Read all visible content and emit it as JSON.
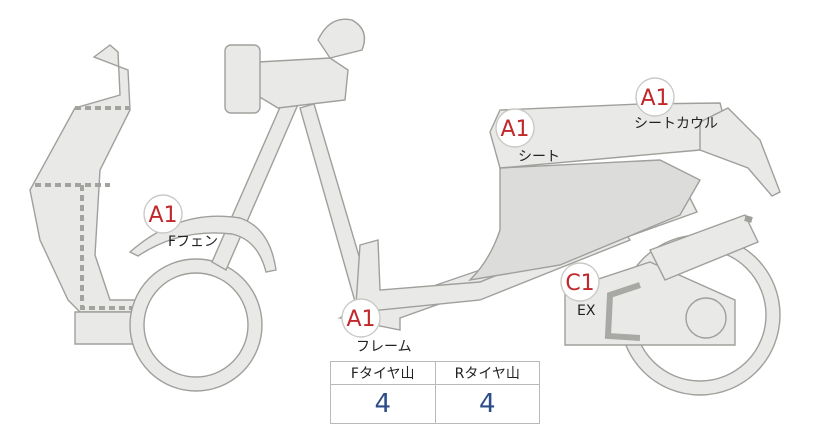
{
  "badges": [
    {
      "code": "A1",
      "label": "Fフェン"
    },
    {
      "code": "A1",
      "label": "フレーム"
    },
    {
      "code": "A1",
      "label": "シート"
    },
    {
      "code": "A1",
      "label": "シートカウル"
    },
    {
      "code": "C1",
      "label": "EX"
    }
  ],
  "tire_table": {
    "front_header": "Fタイヤ山",
    "rear_header": "Rタイヤ山",
    "front_value": "4",
    "rear_value": "4"
  },
  "colors": {
    "badge_text": "#c0282b",
    "tire_value": "#2c4d8a",
    "part_fill": "#e9e9e7"
  }
}
